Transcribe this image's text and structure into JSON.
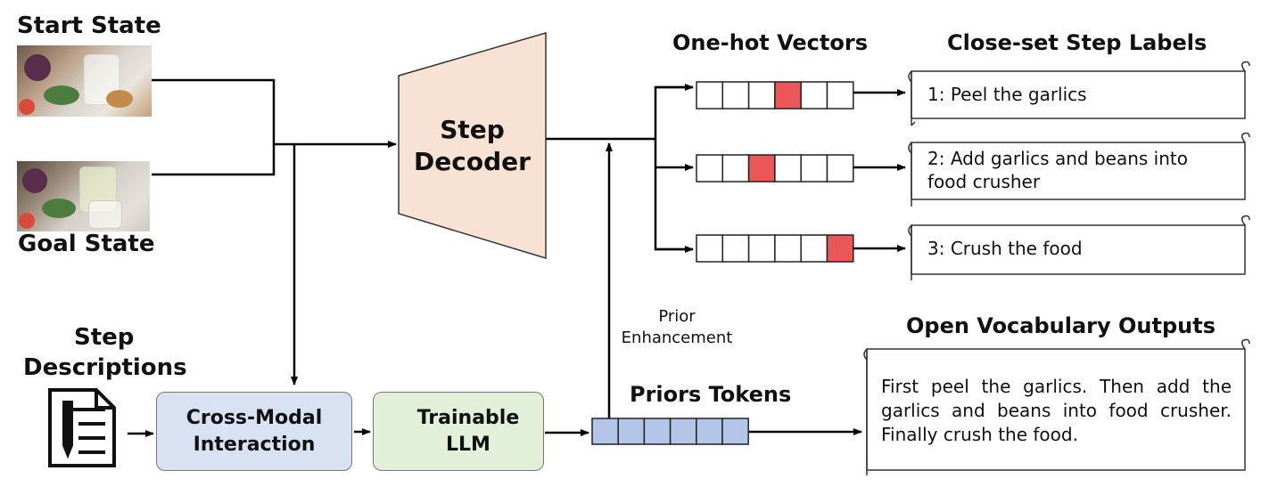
{
  "inputs": {
    "start_state_label": "Start State",
    "goal_state_label": "Goal State",
    "step_descriptions_label_line1": "Step",
    "step_descriptions_label_line2": "Descriptions"
  },
  "modules": {
    "step_decoder_line1": "Step",
    "step_decoder_line2": "Decoder",
    "cross_modal_line1": "Cross-Modal",
    "cross_modal_line2": "Interaction",
    "trainable_llm_line1": "Trainable",
    "trainable_llm_line2": "LLM"
  },
  "priors": {
    "tokens_label": "Priors Tokens",
    "enhancement_line1": "Prior",
    "enhancement_line2": "Enhancement"
  },
  "one_hot": {
    "title": "One-hot Vectors",
    "vectors": [
      {
        "active_index": 3
      },
      {
        "active_index": 2
      },
      {
        "active_index": 5
      }
    ]
  },
  "closed_set": {
    "title": "Close-set Step Labels",
    "labels": [
      {
        "line1": "1: Peel the garlics",
        "line2": ""
      },
      {
        "line1": "2: Add garlics and beans into",
        "line2": "food crusher"
      },
      {
        "line1": "3: Crush the food",
        "line2": ""
      }
    ]
  },
  "open_vocab": {
    "title": "Open Vocabulary Outputs",
    "text": "First peel the garlics. Then add the garlics and beans into food crusher. Finally crush the food."
  },
  "colors": {
    "decoder_fill": "#f8e2d3",
    "cross_modal_fill": "#d9e2f3",
    "llm_fill": "#e2efd9",
    "token_fill": "#b4c6e7",
    "active_cell": "#eb5757",
    "fire": "#e8452c"
  }
}
